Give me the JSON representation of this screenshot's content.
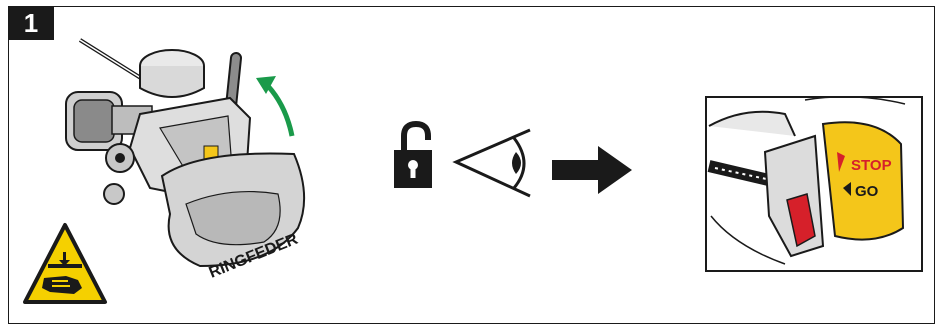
{
  "step": {
    "number": "1"
  },
  "coupling": {
    "brand": "RINGFEDER"
  },
  "indicator": {
    "stop_label": "STOP",
    "go_label": "GO"
  },
  "icons": {
    "warning": "hand-crush-warning-icon",
    "lock": "unlocked-padlock-icon",
    "eye": "eye-inspect-icon",
    "arrow": "right-arrow-icon",
    "lift": "curved-arrow-up-icon"
  },
  "colors": {
    "warning_yellow": "#f5d000",
    "stop_red": "#d6202a",
    "lift_green": "#1a9a4a",
    "ink": "#1a1a1a",
    "badge_yellow": "#f4c61a"
  }
}
